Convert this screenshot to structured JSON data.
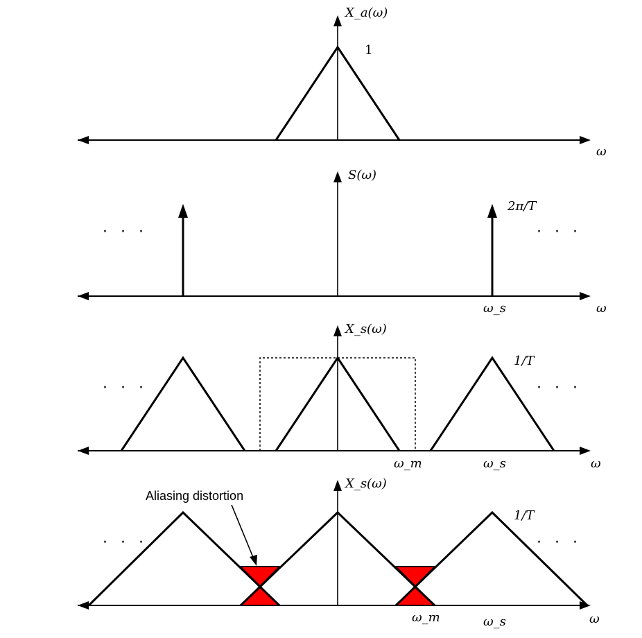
{
  "panels": {
    "xa": {
      "ylabel": "X_a(ω)",
      "peak_label": "1",
      "xlabel": "ω"
    },
    "s": {
      "ylabel": "S(ω)",
      "impulse_label": "2π/T",
      "ws_label": "ω_s",
      "xlabel": "ω",
      "dots": "· · ·"
    },
    "xs1": {
      "ylabel": "X_s(ω)",
      "peak_label": "1/T",
      "wm_label": "ω_m",
      "ws_label": "ω_s",
      "xlabel": "ω",
      "dots": "· · ·"
    },
    "xs2": {
      "ylabel": "X_s(ω)",
      "peak_label": "1/T",
      "wm_label": "ω_m",
      "ws_label": "ω_s",
      "xlabel": "ω",
      "dots": "· · ·",
      "annotation": "Aliasing distortion"
    }
  },
  "colors": {
    "line": "#000000",
    "aliasing": "#ff0000",
    "background": "#ffffff"
  }
}
